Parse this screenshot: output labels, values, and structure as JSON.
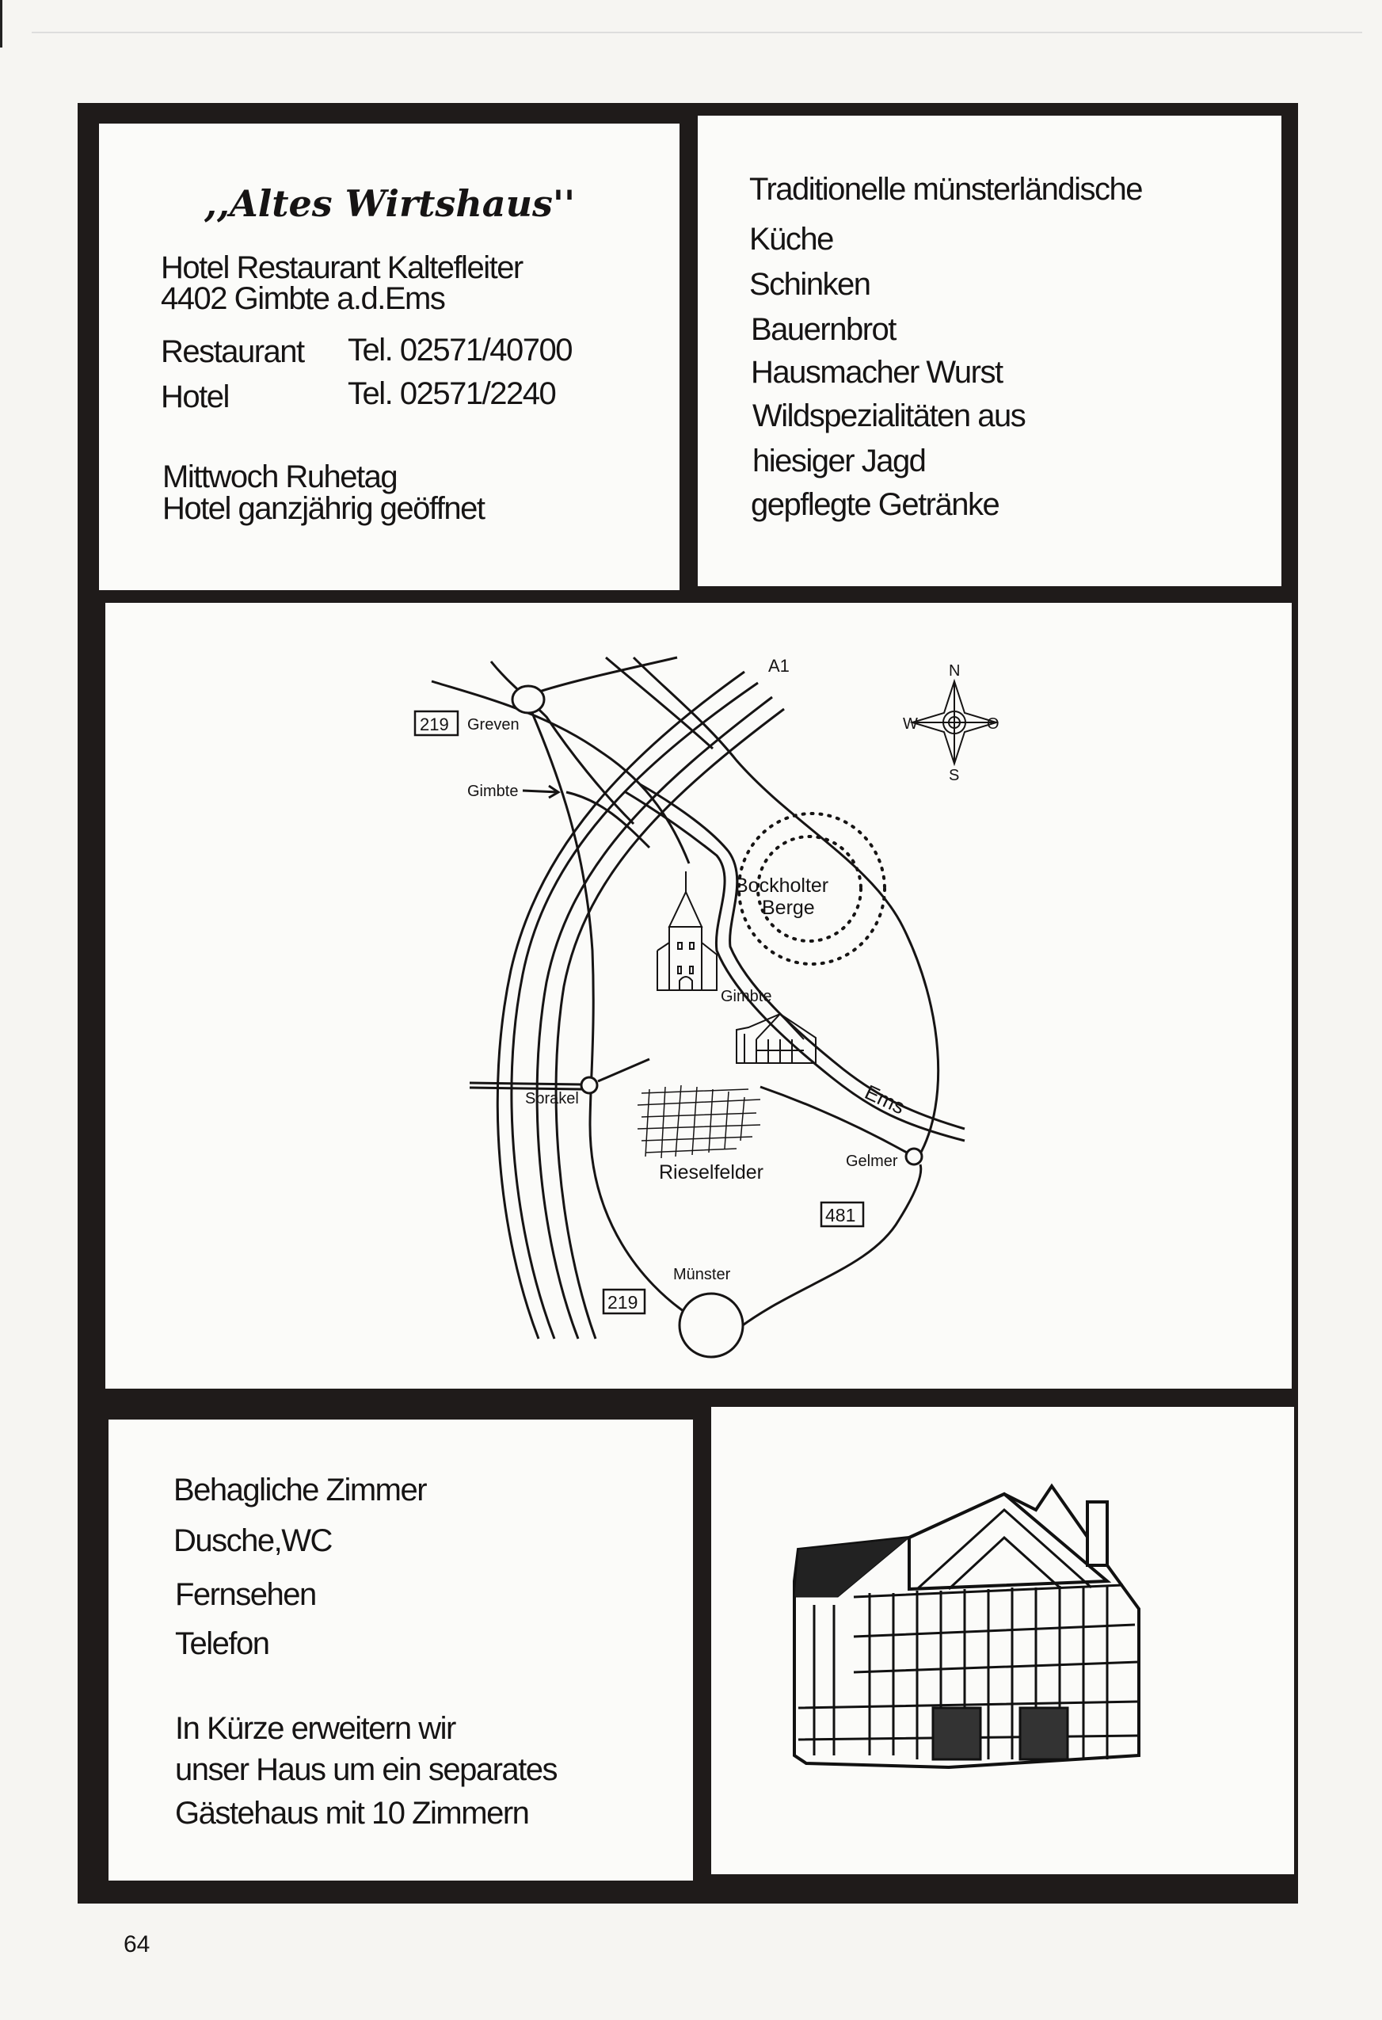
{
  "header": {
    "title": ",,Altes Wirtshaus''",
    "business": "Hotel Restaurant  Kaltefleiter",
    "address": "4402 Gimbte a.d.Ems",
    "phones": [
      {
        "label": "Restaurant",
        "number": "Tel. 02571/40700"
      },
      {
        "label": "Hotel",
        "number": "Tel. 02571/2240"
      }
    ],
    "hours": [
      "Mittwoch Ruhetag",
      "Hotel ganzjährig geöffnet"
    ]
  },
  "menu": {
    "items": [
      "Traditionelle münsterländische",
      "Küche",
      "Schinken",
      "Bauernbrot",
      "Hausmacher Wurst",
      "Wildspezialitäten aus",
      "hiesiger Jagd",
      "gepflegte Getränke"
    ]
  },
  "map": {
    "labels": {
      "a1": "A1",
      "greven": "Greven",
      "gimbte_arrow": "Gimbte",
      "bockholter": "Bockholter",
      "berge": "Berge",
      "gimbte": "Gimbte",
      "sprakel": "Sprakel",
      "ems": "Ems",
      "gelmer": "Gelmer",
      "rieselfelder": "Rieselfelder",
      "muenster": "Münster",
      "road_219_top": "219",
      "road_219_bottom": "219",
      "road_481": "481"
    },
    "compass": {
      "n": "N",
      "s": "S",
      "w": "W",
      "o": "O"
    }
  },
  "rooms": {
    "items": [
      "Behagliche Zimmer",
      "Dusche,WC",
      "Fernsehen",
      "Telefon"
    ],
    "note": [
      "In Kürze erweitern wir",
      "unser Haus um ein separates",
      "Gästehaus  mit 10 Zimmern"
    ]
  },
  "page_number": "64"
}
